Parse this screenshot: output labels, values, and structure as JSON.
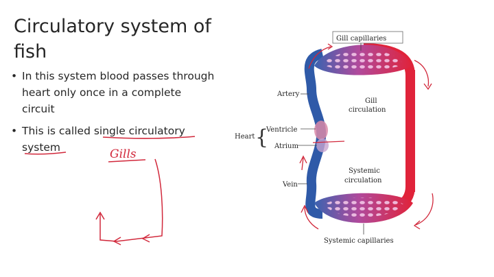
{
  "slide": {
    "title": "Circulatory system of fish",
    "bullets": [
      "In this system blood passes through heart only once in a complete circuit",
      "This is called single circulatory system"
    ]
  },
  "handwriting": {
    "note": "Gills"
  },
  "diagram": {
    "labels": {
      "gill_capillaries": "Gill capillaries",
      "artery": "Artery",
      "gill_circulation_line1": "Gill",
      "gill_circulation_line2": "circulation",
      "heart": "Heart",
      "ventricle": "Ventricle",
      "atrium": "Atrium",
      "systemic_circulation_line1": "Systemic",
      "systemic_circulation_line2": "circulation",
      "vein": "Vein",
      "systemic_capillaries": "Systemic capillaries"
    },
    "colors": {
      "oxygenated": "#e0233a",
      "deoxygenated": "#2f5aa8",
      "capillary_bed": "#b04a9c",
      "annotation_ink": "#d1273a"
    }
  }
}
